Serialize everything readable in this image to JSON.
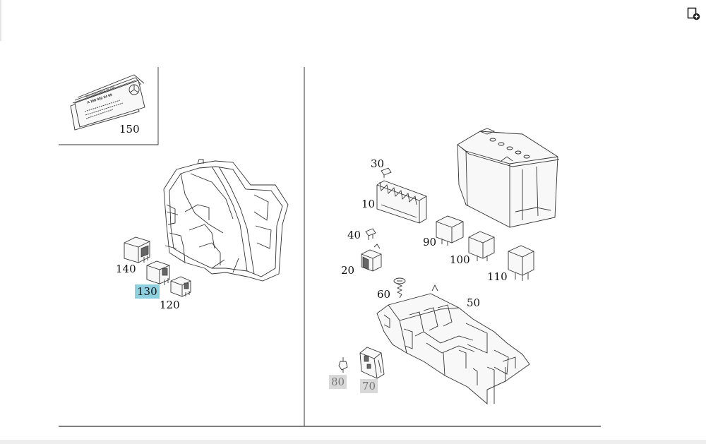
{
  "diagram": {
    "callouts": [
      {
        "id": "150",
        "label": "150",
        "state": "normal"
      },
      {
        "id": "140",
        "label": "140",
        "state": "normal"
      },
      {
        "id": "130",
        "label": "130",
        "state": "selected"
      },
      {
        "id": "120",
        "label": "120",
        "state": "normal"
      },
      {
        "id": "30",
        "label": "30",
        "state": "normal"
      },
      {
        "id": "10",
        "label": "10",
        "state": "normal"
      },
      {
        "id": "40",
        "label": "40",
        "state": "normal"
      },
      {
        "id": "20",
        "label": "20",
        "state": "normal"
      },
      {
        "id": "90",
        "label": "90",
        "state": "normal"
      },
      {
        "id": "100",
        "label": "100",
        "state": "normal"
      },
      {
        "id": "110",
        "label": "110",
        "state": "normal"
      },
      {
        "id": "60",
        "label": "60",
        "state": "normal"
      },
      {
        "id": "50",
        "label": "50",
        "state": "normal"
      },
      {
        "id": "80",
        "label": "80",
        "state": "unavailable"
      },
      {
        "id": "70",
        "label": "70",
        "state": "unavailable"
      }
    ],
    "booklet_lines": [
      "Mercedes-Benz W 168",
      "A 168 002 34 99"
    ]
  },
  "toolbar": {
    "add_icon": "add-to-list-icon"
  },
  "colors": {
    "selected": "#8ecfe0",
    "unavailable": "#d9d9d9",
    "line": "#333333"
  }
}
